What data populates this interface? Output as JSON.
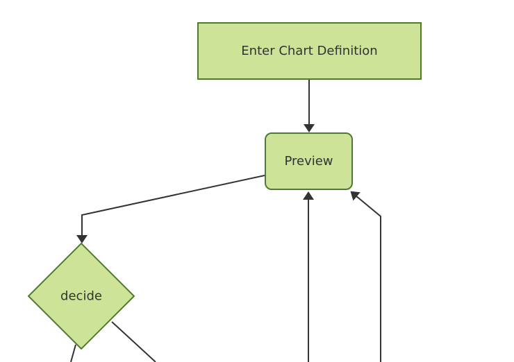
{
  "diagram": {
    "kind": "flowchart",
    "direction": "top-down",
    "nodes": [
      {
        "id": "enter-chart-definition",
        "label": "Enter Chart Definition",
        "shape": "rectangle"
      },
      {
        "id": "preview",
        "label": "Preview",
        "shape": "rounded-rectangle"
      },
      {
        "id": "decide",
        "label": "decide",
        "shape": "diamond"
      }
    ],
    "edges": [
      {
        "from": "enter-chart-definition",
        "to": "preview",
        "arrow": true
      },
      {
        "from": "preview",
        "to": "decide",
        "arrow": true
      },
      {
        "from": "offscreen-bottom",
        "to": "preview",
        "arrow": true
      },
      {
        "from": "offscreen-bottom-right",
        "to": "preview",
        "arrow": true
      },
      {
        "from": "decide",
        "to": "offscreen-bottom-left",
        "arrow": false
      },
      {
        "from": "decide",
        "to": "offscreen-bottom-right",
        "arrow": false
      }
    ]
  },
  "colors": {
    "node_fill": "#cde498",
    "node_border": "#4f7b31",
    "edge": "#333333",
    "text": "#333333",
    "background": "#ffffff"
  }
}
